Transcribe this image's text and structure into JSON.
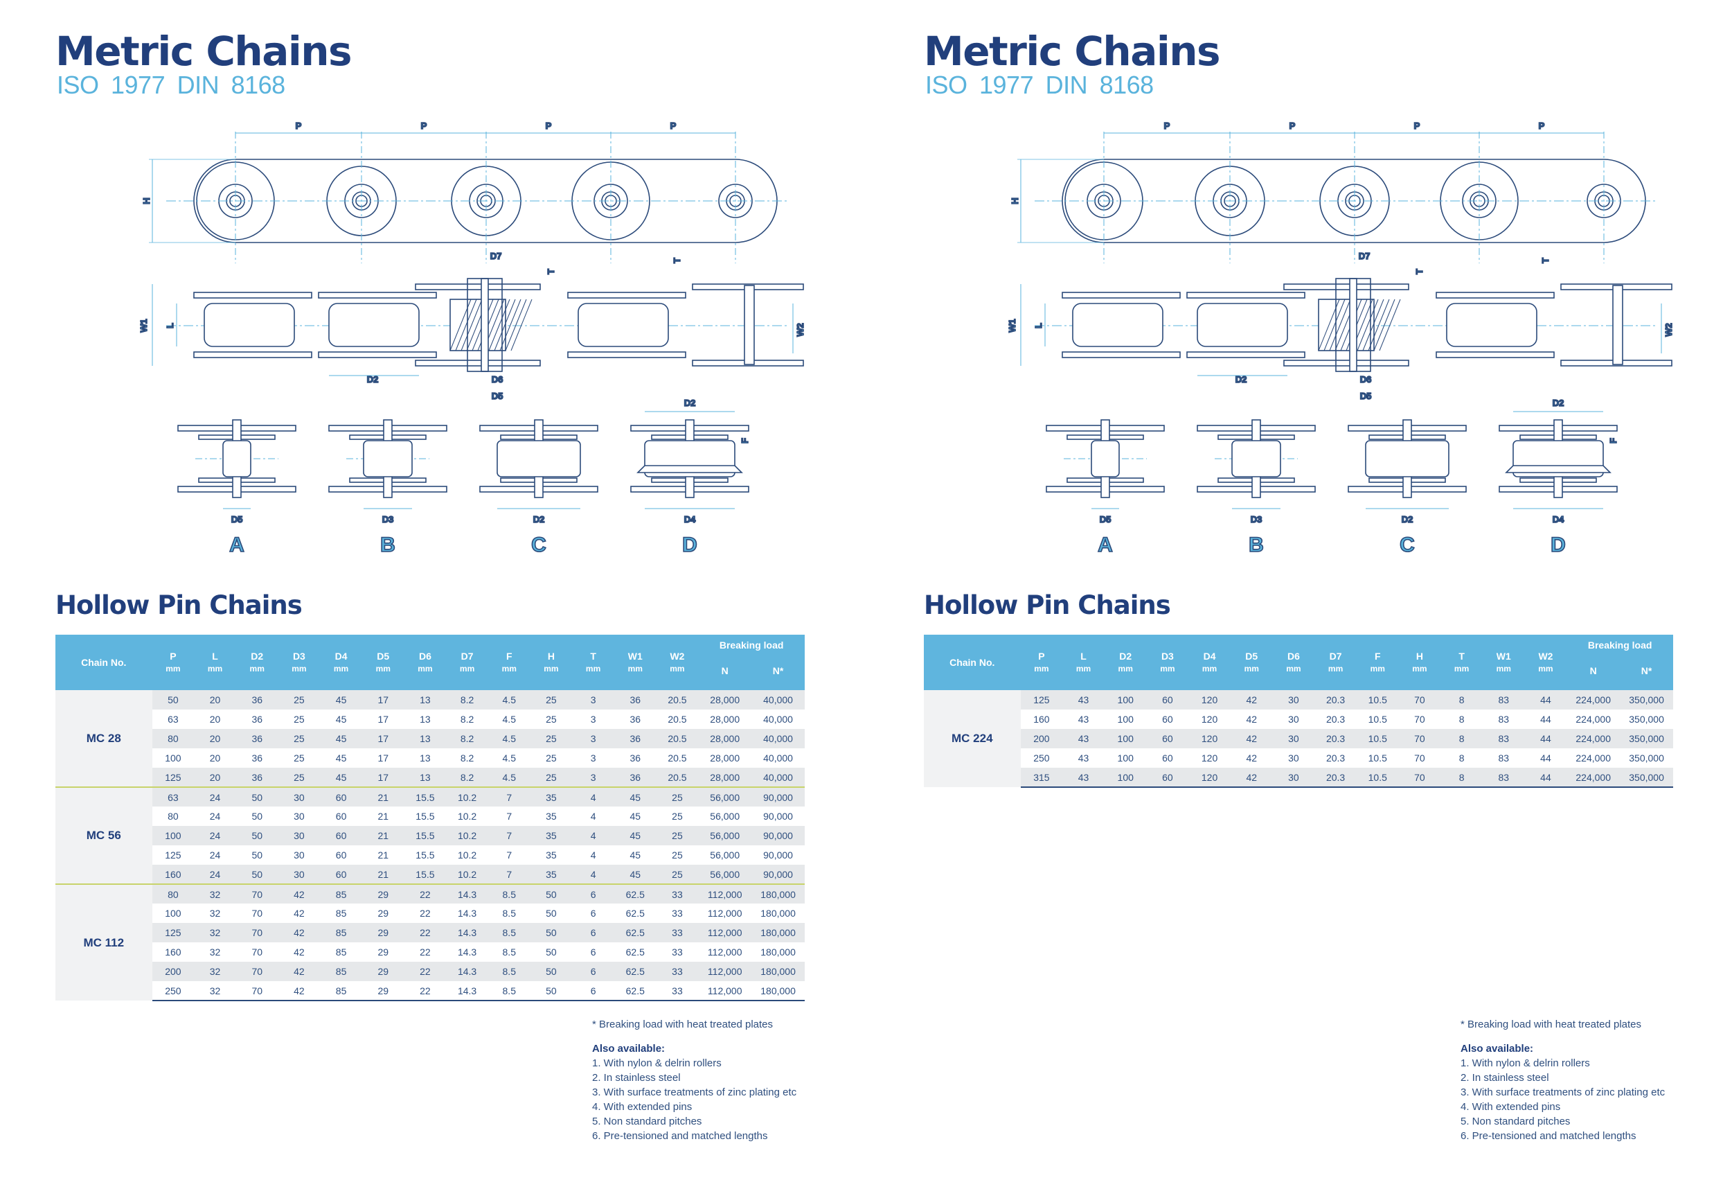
{
  "pages": [
    {
      "title": "Metric Chains",
      "subtitle": "ISO 1977  DIN 8168",
      "section_title": "Hollow Pin Chains",
      "notes": {
        "footnote": "* Breaking load with heat treated plates",
        "also_heading": "Also available:",
        "items": [
          "1. With nylon & delrin rollers",
          "2. In stainless steel",
          "3. With surface treatments of zinc plating etc",
          "4. With extended pins",
          "5. Non standard pitches",
          "6. Pre-tensioned and matched lengths"
        ]
      },
      "groups": [
        {
          "chain": "MC 28",
          "rows": [
            [
              "50",
              "20",
              "36",
              "25",
              "45",
              "17",
              "13",
              "8.2",
              "4.5",
              "25",
              "3",
              "36",
              "20.5",
              "28,000",
              "40,000"
            ],
            [
              "63",
              "20",
              "36",
              "25",
              "45",
              "17",
              "13",
              "8.2",
              "4.5",
              "25",
              "3",
              "36",
              "20.5",
              "28,000",
              "40,000"
            ],
            [
              "80",
              "20",
              "36",
              "25",
              "45",
              "17",
              "13",
              "8.2",
              "4.5",
              "25",
              "3",
              "36",
              "20.5",
              "28,000",
              "40,000"
            ],
            [
              "100",
              "20",
              "36",
              "25",
              "45",
              "17",
              "13",
              "8.2",
              "4.5",
              "25",
              "3",
              "36",
              "20.5",
              "28,000",
              "40,000"
            ],
            [
              "125",
              "20",
              "36",
              "25",
              "45",
              "17",
              "13",
              "8.2",
              "4.5",
              "25",
              "3",
              "36",
              "20.5",
              "28,000",
              "40,000"
            ]
          ]
        },
        {
          "chain": "MC 56",
          "rows": [
            [
              "63",
              "24",
              "50",
              "30",
              "60",
              "21",
              "15.5",
              "10.2",
              "7",
              "35",
              "4",
              "45",
              "25",
              "56,000",
              "90,000"
            ],
            [
              "80",
              "24",
              "50",
              "30",
              "60",
              "21",
              "15.5",
              "10.2",
              "7",
              "35",
              "4",
              "45",
              "25",
              "56,000",
              "90,000"
            ],
            [
              "100",
              "24",
              "50",
              "30",
              "60",
              "21",
              "15.5",
              "10.2",
              "7",
              "35",
              "4",
              "45",
              "25",
              "56,000",
              "90,000"
            ],
            [
              "125",
              "24",
              "50",
              "30",
              "60",
              "21",
              "15.5",
              "10.2",
              "7",
              "35",
              "4",
              "45",
              "25",
              "56,000",
              "90,000"
            ],
            [
              "160",
              "24",
              "50",
              "30",
              "60",
              "21",
              "15.5",
              "10.2",
              "7",
              "35",
              "4",
              "45",
              "25",
              "56,000",
              "90,000"
            ]
          ]
        },
        {
          "chain": "MC 112",
          "rows": [
            [
              "80",
              "32",
              "70",
              "42",
              "85",
              "29",
              "22",
              "14.3",
              "8.5",
              "50",
              "6",
              "62.5",
              "33",
              "112,000",
              "180,000"
            ],
            [
              "100",
              "32",
              "70",
              "42",
              "85",
              "29",
              "22",
              "14.3",
              "8.5",
              "50",
              "6",
              "62.5",
              "33",
              "112,000",
              "180,000"
            ],
            [
              "125",
              "32",
              "70",
              "42",
              "85",
              "29",
              "22",
              "14.3",
              "8.5",
              "50",
              "6",
              "62.5",
              "33",
              "112,000",
              "180,000"
            ],
            [
              "160",
              "32",
              "70",
              "42",
              "85",
              "29",
              "22",
              "14.3",
              "8.5",
              "50",
              "6",
              "62.5",
              "33",
              "112,000",
              "180,000"
            ],
            [
              "200",
              "32",
              "70",
              "42",
              "85",
              "29",
              "22",
              "14.3",
              "8.5",
              "50",
              "6",
              "62.5",
              "33",
              "112,000",
              "180,000"
            ],
            [
              "250",
              "32",
              "70",
              "42",
              "85",
              "29",
              "22",
              "14.3",
              "8.5",
              "50",
              "6",
              "62.5",
              "33",
              "112,000",
              "180,000"
            ]
          ]
        }
      ]
    },
    {
      "title": "Metric Chains",
      "subtitle": "ISO 1977  DIN 8168",
      "section_title": "Hollow Pin Chains",
      "notes": {
        "footnote": "* Breaking load with heat treated plates",
        "also_heading": "Also available:",
        "items": [
          "1. With nylon & delrin rollers",
          "2. In stainless steel",
          "3. With surface treatments of zinc plating etc",
          "4. With extended pins",
          "5. Non standard pitches",
          "6. Pre-tensioned and matched lengths"
        ]
      },
      "groups": [
        {
          "chain": "MC 224",
          "rows": [
            [
              "125",
              "43",
              "100",
              "60",
              "120",
              "42",
              "30",
              "20.3",
              "10.5",
              "70",
              "8",
              "83",
              "44",
              "224,000",
              "350,000"
            ],
            [
              "160",
              "43",
              "100",
              "60",
              "120",
              "42",
              "30",
              "20.3",
              "10.5",
              "70",
              "8",
              "83",
              "44",
              "224,000",
              "350,000"
            ],
            [
              "200",
              "43",
              "100",
              "60",
              "120",
              "42",
              "30",
              "20.3",
              "10.5",
              "70",
              "8",
              "83",
              "44",
              "224,000",
              "350,000"
            ],
            [
              "250",
              "43",
              "100",
              "60",
              "120",
              "42",
              "30",
              "20.3",
              "10.5",
              "70",
              "8",
              "83",
              "44",
              "224,000",
              "350,000"
            ],
            [
              "315",
              "43",
              "100",
              "60",
              "120",
              "42",
              "30",
              "20.3",
              "10.5",
              "70",
              "8",
              "83",
              "44",
              "224,000",
              "350,000"
            ]
          ]
        }
      ]
    }
  ],
  "table_header": {
    "chain_no": "Chain No.",
    "columns": [
      {
        "name": "P",
        "unit": "mm"
      },
      {
        "name": "L",
        "unit": "mm"
      },
      {
        "name": "D2",
        "unit": "mm"
      },
      {
        "name": "D3",
        "unit": "mm"
      },
      {
        "name": "D4",
        "unit": "mm"
      },
      {
        "name": "D5",
        "unit": "mm"
      },
      {
        "name": "D6",
        "unit": "mm"
      },
      {
        "name": "D7",
        "unit": "mm"
      },
      {
        "name": "F",
        "unit": "mm"
      },
      {
        "name": "H",
        "unit": "mm"
      },
      {
        "name": "T",
        "unit": "mm"
      },
      {
        "name": "W1",
        "unit": "mm"
      },
      {
        "name": "W2",
        "unit": "mm"
      }
    ],
    "breaking_load": "Breaking load",
    "bl_units": [
      "N",
      "N*"
    ]
  },
  "diagram_labels": {
    "pitch": "P",
    "h": "H",
    "w1": "W1",
    "l": "L",
    "t": "T",
    "w2": "W2",
    "f": "F",
    "d2": "D2",
    "d3": "D3",
    "d4": "D4",
    "d5": "D5",
    "d6": "D6",
    "d7": "D7",
    "variants": [
      "A",
      "B",
      "C",
      "D"
    ]
  },
  "colors": {
    "navy": "#213f7c",
    "accent": "#5ab3dc",
    "header": "#5fb5de",
    "line": "#2b4a7a"
  }
}
